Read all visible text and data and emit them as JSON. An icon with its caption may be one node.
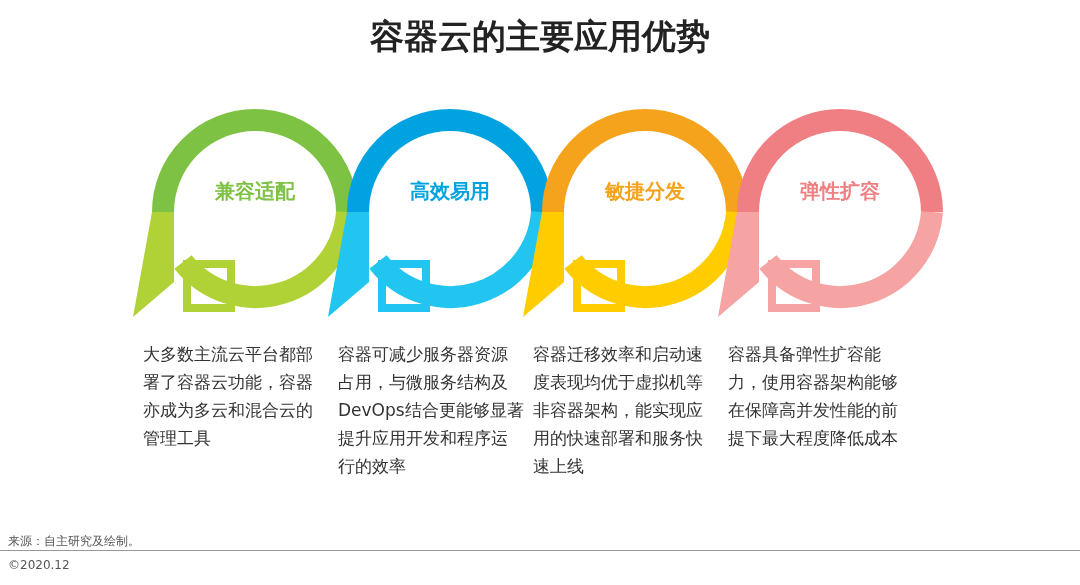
{
  "diagram": {
    "title": "容器云的主要应用优势",
    "nodes": [
      {
        "text": [
          "兼容适配"
        ],
        "beside": [
          "大多数主流云平台都部署了容器云功能，容器亦成为多云和混合云的管理工具"
        ]
      },
      {
        "text": [
          "高效易用"
        ],
        "beside": [
          "容器可减少服务器资源占用，与微服务结构及DevOps结合更能够显著提升应用开发和程序运行的效率"
        ]
      },
      {
        "text": [
          "敏捷分发"
        ],
        "beside": [
          "容器迁移效率和启动速度表现均优于虚拟机等非容器架构，能实现应用的快速部署和服务快速上线"
        ]
      },
      {
        "text": [
          "弹性扩容"
        ],
        "beside": [
          "容器具备弹性扩容能力，使用容器架构能够在保障高并发性能的前提下最大程度降低成本"
        ]
      }
    ],
    "labels": [
      "来源：自主研究及绘制。",
      "©2020.12"
    ]
  }
}
